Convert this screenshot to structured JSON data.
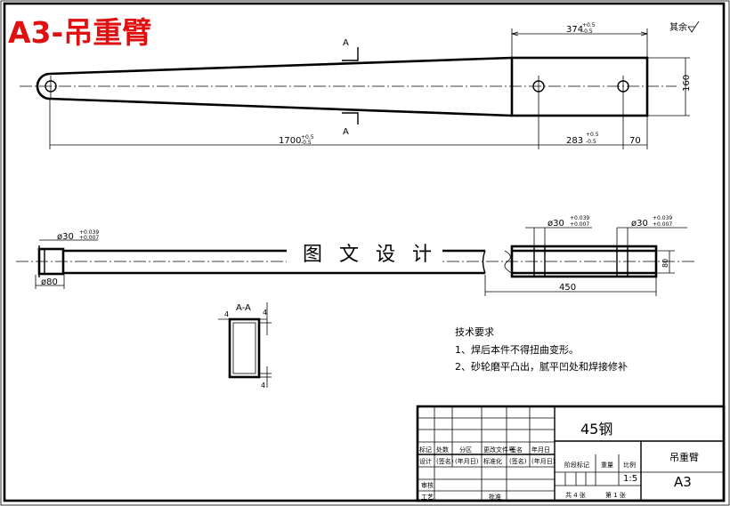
{
  "title": "A3-吊重臂",
  "watermark": "图 文 设 计",
  "roughness_note": "其余",
  "section_marker": "A",
  "section_view_label": "A-A",
  "dimensions": {
    "top_width_main": "374",
    "top_width_tol_upper": "+0.5",
    "top_width_tol_lower": "-0.5",
    "height": "160",
    "overall_length": "1700",
    "overall_tol_upper": "+0.5",
    "overall_tol_lower": "-0.5",
    "hole_spacing": "283",
    "hole_spacing_tol_upper": "+0.5",
    "hole_spacing_tol_lower": "-0.5",
    "end_offset": "70",
    "bore_left": "ø30",
    "bore_left_tol_upper": "+0.039",
    "bore_left_tol_lower": "+0.007",
    "bore_mid": "ø30",
    "bore_mid_tol_upper": "+0.039",
    "bore_mid_tol_lower": "+0.007",
    "bore_right": "ø30",
    "bore_right_tol_upper": "+0.039",
    "bore_right_tol_lower": "+0.007",
    "boss_diameter": "ø80",
    "inner_width": "80",
    "box_length": "450",
    "wall_top": "4",
    "wall_side": "4",
    "wall_bottom": "4"
  },
  "technical_requirements": {
    "heading": "技术要求",
    "items": [
      "1、焊后本件不得扭曲变形。",
      "2、砂轮磨平凸出，腻平凹处和焊接修补"
    ]
  },
  "title_block": {
    "material": "45钢",
    "part_name": "吊重臂",
    "sheet_size": "A3",
    "scale": "1:5",
    "sheets_total": "共 4 张",
    "sheet_index": "第 1 张",
    "header_labels": [
      "标记",
      "处数",
      "分区",
      "更改文件号",
      "签名",
      "年月日"
    ],
    "row_labels": [
      "设计",
      "(签名)",
      "(年月日)",
      "标准化",
      "(签名)",
      "(年月日)"
    ],
    "stage_labels": [
      "阶段标记",
      "重量",
      "比例"
    ],
    "audit_label": "审核",
    "process_label": "工艺",
    "approve_label": "批准"
  }
}
